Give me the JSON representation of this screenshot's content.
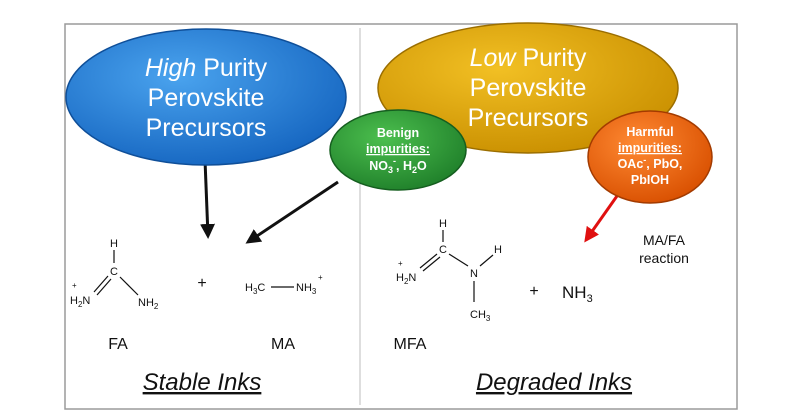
{
  "high_bubble": {
    "line1_emph": "High",
    "line1_rest": " Purity",
    "line2": "Perovskite",
    "line3": "Precursors",
    "color": "#1f78d1"
  },
  "low_bubble": {
    "line1_emph": "Low",
    "line1_rest": " Purity",
    "line2": "Perovskite",
    "line3": "Precursors",
    "color": "#e0a800"
  },
  "benign": {
    "line1": "Benign",
    "line2": "impurities:",
    "line3_a": "NO",
    "line3_sub": "3",
    "line3_sup": "-",
    "line3_b": ", H",
    "line3_sub2": "2",
    "line3_c": "O",
    "color": "#2f9e3b"
  },
  "harmful": {
    "line1": "Harmful",
    "line2": "impurities:",
    "line3_a": "OAc",
    "line3_sup": "-",
    "line3_b": ", PbO,",
    "line4": "PbIOH",
    "color": "#ee6a10"
  },
  "molecules": {
    "plus_left": "+",
    "plus_right": "+",
    "fa_label": "FA",
    "ma_label": "MA",
    "mfa_label": "MFA",
    "h": "H",
    "c": "C",
    "n": "N",
    "h2n": "H",
    "h2n_sub": "2",
    "h2n_n": "N",
    "nh2_n": "NH",
    "nh2_sub": "2",
    "charge": "+",
    "ma_h3c": "H",
    "ma_h3c_sub": "3",
    "ma_h3c_c": "C",
    "ma_nh3": "NH",
    "ma_nh3_sub": "3",
    "ch3": "CH",
    "ch3_sub": "3",
    "nh3": "NH",
    "nh3_sub": "3"
  },
  "reaction_note": {
    "line1": "MA/FA",
    "line2": "reaction"
  },
  "footer": {
    "left": "Stable Inks",
    "right": "Degraded Inks"
  }
}
